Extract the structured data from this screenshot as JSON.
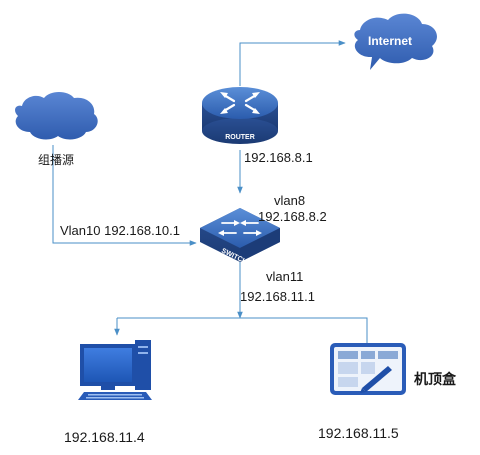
{
  "labels": {
    "internet": "Internet",
    "router_tag": "ROUTER",
    "switch_tag": "SWITCH",
    "multicast_source": "组播源",
    "router_ip": "192.168.8.1",
    "vlan8": "vlan8",
    "vlan8_ip": "192.168.8.2",
    "vlan10": "Vlan10 192.168.10.1",
    "vlan11": "vlan11",
    "vlan11_ip": "192.168.11.1",
    "set_top_box": "机顶盒",
    "pc_ip": "192.168.11.4",
    "stb_ip": "192.168.11.5"
  },
  "colors": {
    "line": "#4a8fc7",
    "device": "#2d5ea8",
    "cloud": "#3f6fc2"
  },
  "icons": {
    "router": "router-icon",
    "switch": "switch-icon",
    "cloud": "cloud-icon",
    "pc": "desktop-computer-icon",
    "stb": "set-top-box-icon"
  }
}
